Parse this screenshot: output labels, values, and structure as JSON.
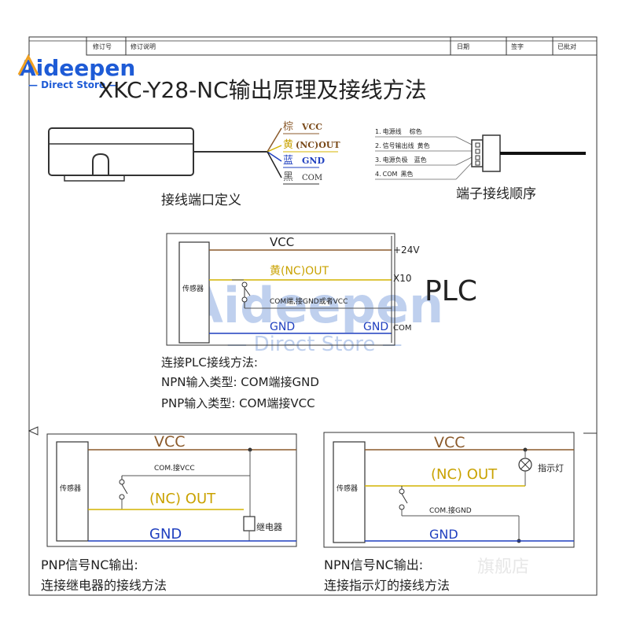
{
  "header": {
    "revision_no": "修订号",
    "revision_desc": "修订说明",
    "date": "日期",
    "signature": "签字",
    "approved": "已批对"
  },
  "logo": {
    "brand": "Aideepen",
    "tagline": "— Direct Store —"
  },
  "watermark": {
    "brand": "Aideepen",
    "tagline": "— Direct Store —",
    "shop": "旗舰店"
  },
  "title": "XKC-Y28-NC输出原理及接线方法",
  "wire_def": {
    "caption": "接线端口定义",
    "wires": [
      {
        "color_name": "棕",
        "signal": "VCC",
        "color": "#8b5a2b"
      },
      {
        "color_name": "黄",
        "signal": "(NC)OUT",
        "color": "#d4b400"
      },
      {
        "color_name": "蓝",
        "signal": "GND",
        "color": "#1f3fbf"
      },
      {
        "color_name": "黑",
        "signal": "COM",
        "color": "#222222"
      }
    ]
  },
  "terminal_order": {
    "caption": "端子接线顺序",
    "pins": [
      {
        "no": "1.",
        "name": "电源线",
        "color": "棕色"
      },
      {
        "no": "2.",
        "name": "信号输出线",
        "color": "黄色"
      },
      {
        "no": "3.",
        "name": "电源负极",
        "color": "蓝色"
      },
      {
        "no": "4.",
        "name": "COM",
        "color": "黑色"
      }
    ]
  },
  "plc": {
    "sensor": "传感器",
    "vcc": "VCC",
    "out": "黄(NC)OUT",
    "com_note": "COM端,接GND或者VCC",
    "gnd_left": "GND",
    "gnd_right": "GND",
    "plus24": "+24V",
    "x10": "X10",
    "com": "COM",
    "plc_label": "PLC",
    "method": "连接PLC接线方法:",
    "npn": "NPN输入类型: COM端接GND",
    "pnp": "PNP输入类型: COM端接VCC"
  },
  "relay": {
    "sensor": "传感器",
    "vcc": "VCC",
    "com_note": "COM.接VCC",
    "out": "(NC) OUT",
    "gnd": "GND",
    "relay_label": "继电器",
    "caption1": "PNP信号NC输出:",
    "caption2": "连接继电器的接线方法"
  },
  "lamp": {
    "sensor": "传感器",
    "vcc": "VCC",
    "out": "(NC) OUT",
    "lamp_label": "指示灯",
    "com_note": "COM.接GND",
    "gnd": "GND",
    "caption1": "NPN信号NC输出:",
    "caption2": "连接指示灯的接线方法"
  }
}
